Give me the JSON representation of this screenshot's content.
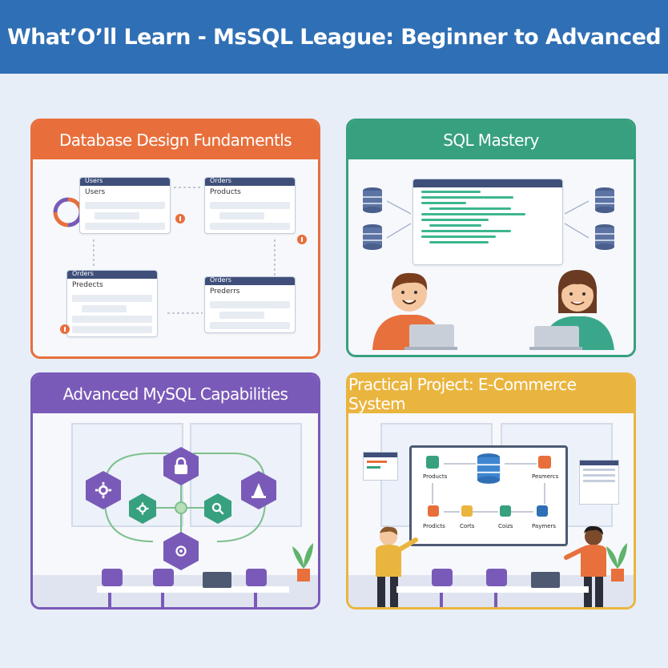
{
  "title": "What’O’ll Learn - MsSQL League: Beginner to Advanced",
  "panels": {
    "design": {
      "title": "Database Design Fundamentls",
      "accent": "#e86f3c",
      "tables": [
        {
          "header": "Users",
          "row_label": "Users"
        },
        {
          "header": "Orders",
          "row_label": "Products"
        },
        {
          "header": "Orders",
          "row_label": "Predects"
        },
        {
          "header": "Orders",
          "row_label": "Prederrs"
        }
      ]
    },
    "sql": {
      "title": "SQL Mastery",
      "accent": "#37a07f"
    },
    "advanced": {
      "title": "Advanced MySQL Capabilities",
      "accent": "#7a5ab8",
      "icons": [
        "gear-icon",
        "lock-icon",
        "wizard-hat-icon",
        "gears-icon",
        "search-icon",
        "network-icon"
      ]
    },
    "project": {
      "title": "Practical Project: E-Commerce System",
      "accent": "#eab53f",
      "flow_top": {
        "left": "Products",
        "right": "Pesmercs"
      },
      "flow_bottom": [
        "Prodicts",
        "Corts",
        "Coizs",
        "Paymers"
      ]
    }
  }
}
